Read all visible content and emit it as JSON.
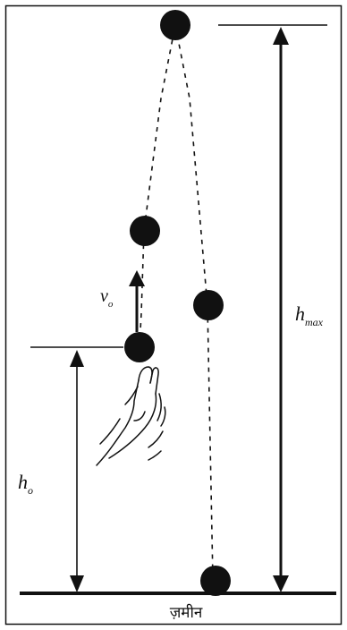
{
  "diagram": {
    "labels": {
      "h_max": "h",
      "h_max_sub": "max",
      "h_o": "h",
      "h_o_sub": "o",
      "v_o": "v",
      "v_o_sub": "o",
      "ground": "ज़मीन"
    },
    "colors": {
      "ink": "#111111",
      "background": "#ffffff"
    },
    "icons": {
      "ball": "ball-icon",
      "hand": "hand-icon"
    }
  }
}
